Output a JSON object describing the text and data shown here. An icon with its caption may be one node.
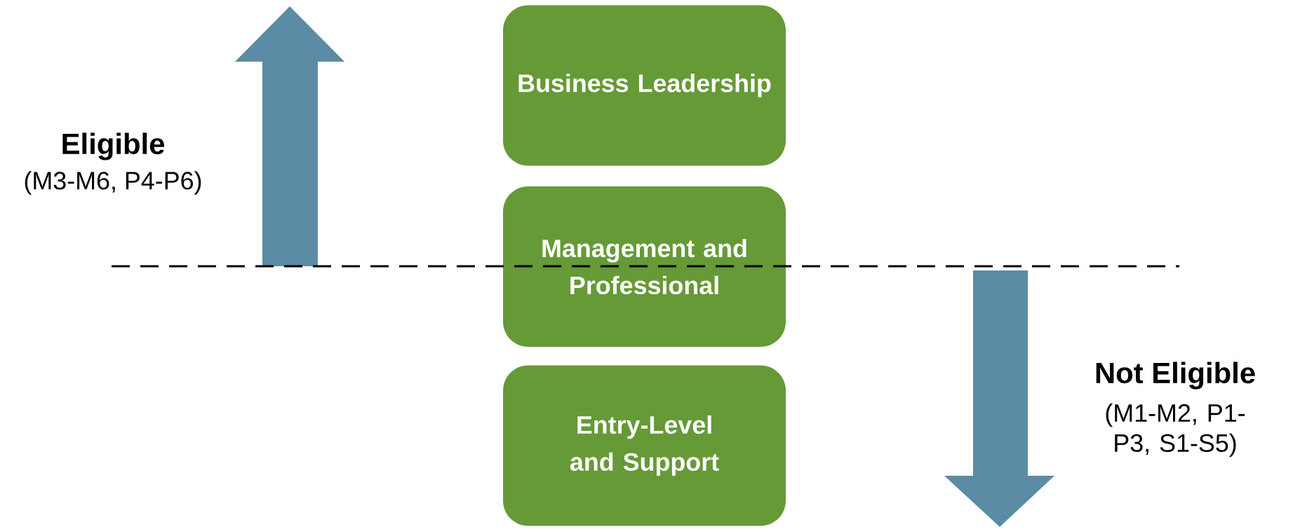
{
  "diagram": {
    "nodes": [
      {
        "text": [
          "Business Leadership"
        ]
      },
      {
        "text": [
          "Management and Professional"
        ]
      },
      {
        "text": [
          "Entry-Level and Support"
        ]
      }
    ],
    "labels": [
      "Eligible",
      "(M3-M6, P4-P6)",
      "Not Eligible",
      "(M1-M2, P1-P3, S1-S5)"
    ]
  }
}
